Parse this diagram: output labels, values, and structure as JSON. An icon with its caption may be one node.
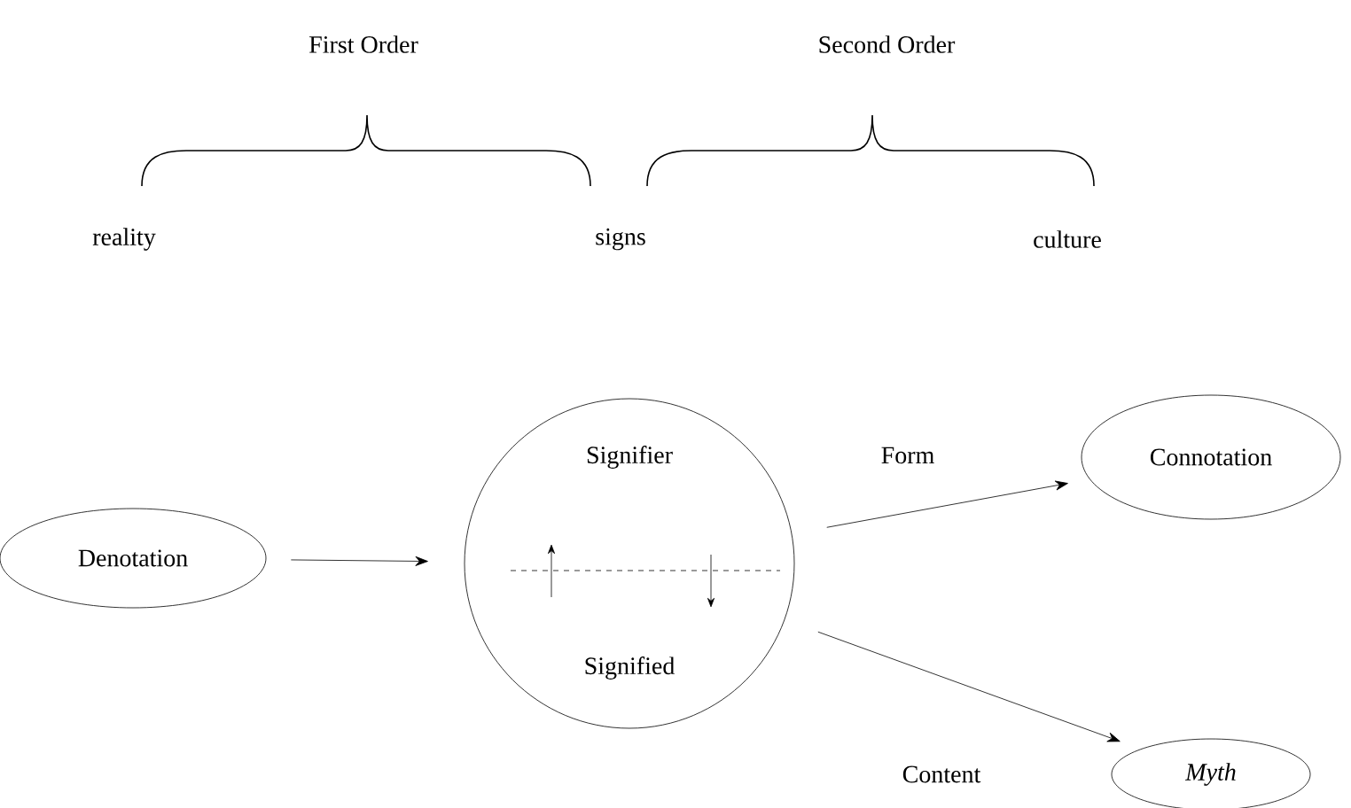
{
  "diagram": {
    "nodes": [
      {
        "text": [
          "Denotation"
        ]
      },
      {
        "text": [
          "Signifier",
          "Signified"
        ]
      },
      {
        "text": [
          "Connotation"
        ]
      },
      {
        "text": [
          "Myth"
        ]
      }
    ],
    "edges": [
      {
        "from": 0,
        "to": 1,
        "arrow": "to"
      },
      {
        "from": 1,
        "to": 2,
        "arrow": "to"
      },
      {
        "from": 1,
        "to": 3,
        "arrow": "to"
      }
    ],
    "labels": [
      "First Order",
      "Second Order",
      "reality",
      "signs",
      "culture",
      "Form",
      "Content"
    ]
  }
}
